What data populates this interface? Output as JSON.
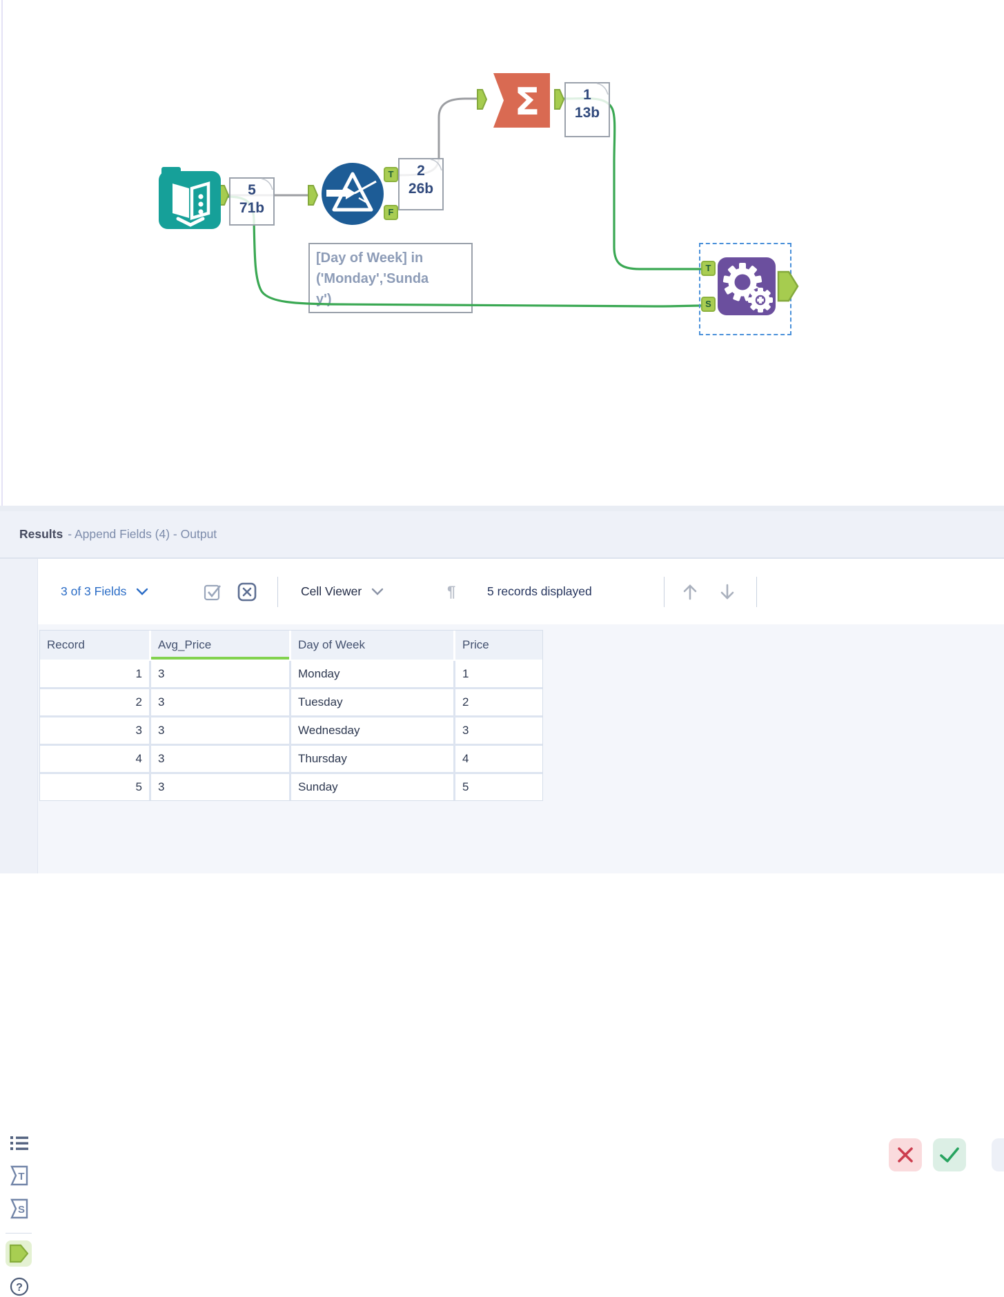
{
  "canvas": {
    "tools": {
      "input_data": {
        "name": "Input Data",
        "annotation": {
          "records": "5",
          "size": "71b"
        }
      },
      "filter": {
        "name": "Filter",
        "annotation": {
          "records": "2",
          "size": "26b"
        },
        "anchors_out": [
          "T",
          "F"
        ]
      },
      "summarize": {
        "name": "Summarize",
        "glyph": "Σ",
        "annotation": {
          "records": "1",
          "size": "13b"
        }
      },
      "append_fields": {
        "name": "Append Fields",
        "selected": true,
        "anchors_in": [
          "T",
          "S"
        ]
      }
    },
    "comment": {
      "lines": [
        "[Day of Week] in",
        "('Monday','Sunda",
        "y')"
      ]
    }
  },
  "results": {
    "header": {
      "title": "Results",
      "subtitle": "- Append Fields (4) - Output"
    },
    "toolbar": {
      "fields_dropdown": "3 of 3 Fields",
      "cell_viewer": "Cell Viewer",
      "pilcrow": "¶",
      "records_displayed": "5 records displayed",
      "icons": [
        "select-all-fields-icon",
        "deselect-fields-icon",
        "move-up-icon",
        "move-down-icon",
        "false-filter-icon",
        "true-filter-icon",
        "search-icon"
      ]
    },
    "sidebar": {
      "icons": [
        "metadata-list-icon",
        "input-anchor-t-icon",
        "input-anchor-s-icon",
        "output-anchor-icon",
        "help-icon"
      ],
      "anchor_labels": {
        "t": "T",
        "s": "S",
        "help": "?"
      }
    },
    "table": {
      "columns": [
        "Record",
        "Avg_Price",
        "Day of Week",
        "Price"
      ],
      "highlighted_column": "Avg_Price",
      "rows": [
        [
          "1",
          "3",
          "Monday",
          "1"
        ],
        [
          "2",
          "3",
          "Tuesday",
          "2"
        ],
        [
          "3",
          "3",
          "Wednesday",
          "3"
        ],
        [
          "4",
          "3",
          "Thursday",
          "4"
        ],
        [
          "5",
          "3",
          "Sunday",
          "5"
        ]
      ]
    }
  },
  "colors": {
    "input_tool": "#16a099",
    "filter_tool": "#1d5c96",
    "summarize_tool": "#d96a52",
    "append_tool": "#6b4f9e",
    "anchor_green": "#a6cc4f",
    "wire_green": "#3aa853",
    "wire_gray": "#9c9ea2",
    "selection_blue": "#4a90d9",
    "field_highlight_green": "#82d24f",
    "cancel_red": "#cc3d4e",
    "confirm_green": "#27a35f"
  }
}
